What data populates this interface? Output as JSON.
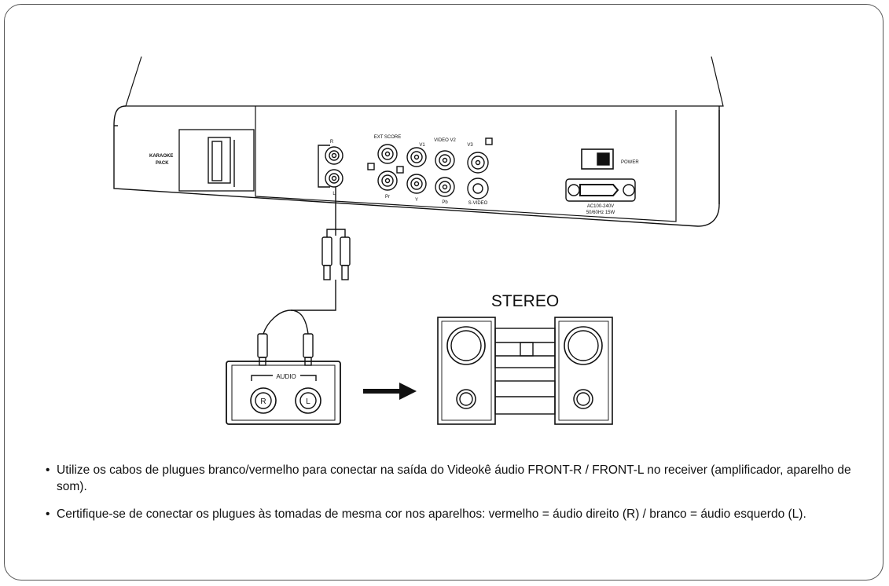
{
  "device_labels": {
    "karaoke": "KARAOKE PACK",
    "port_r": "R",
    "port_l": "L",
    "ext_score": "EXT SCORE",
    "pr": "Pr",
    "v1": "V1",
    "y": "Y",
    "video_v2": "VIDEO V2",
    "pb": "Pb",
    "v3": "V3",
    "svideo": "S-VIDEO",
    "power": "POWER",
    "ac_line1": "AC100-240V",
    "ac_line2": "50/60Hz 15W"
  },
  "audio_panel": {
    "title": "AUDIO",
    "right": "R",
    "left": "L"
  },
  "stereo_label": "STEREO",
  "instructions": [
    "Utilize os cabos de plugues branco/vermelho para conectar na saída do Videokê áudio FRONT-R / FRONT-L no receiver (amplificador, aparelho de som).",
    "Certifique-se de conectar os plugues às tomadas de mesma cor nos aparelhos: vermelho = áudio direito (R) / branco = áudio esquerdo (L)."
  ],
  "colors": {
    "line": "#111111",
    "frame": "#555555"
  }
}
